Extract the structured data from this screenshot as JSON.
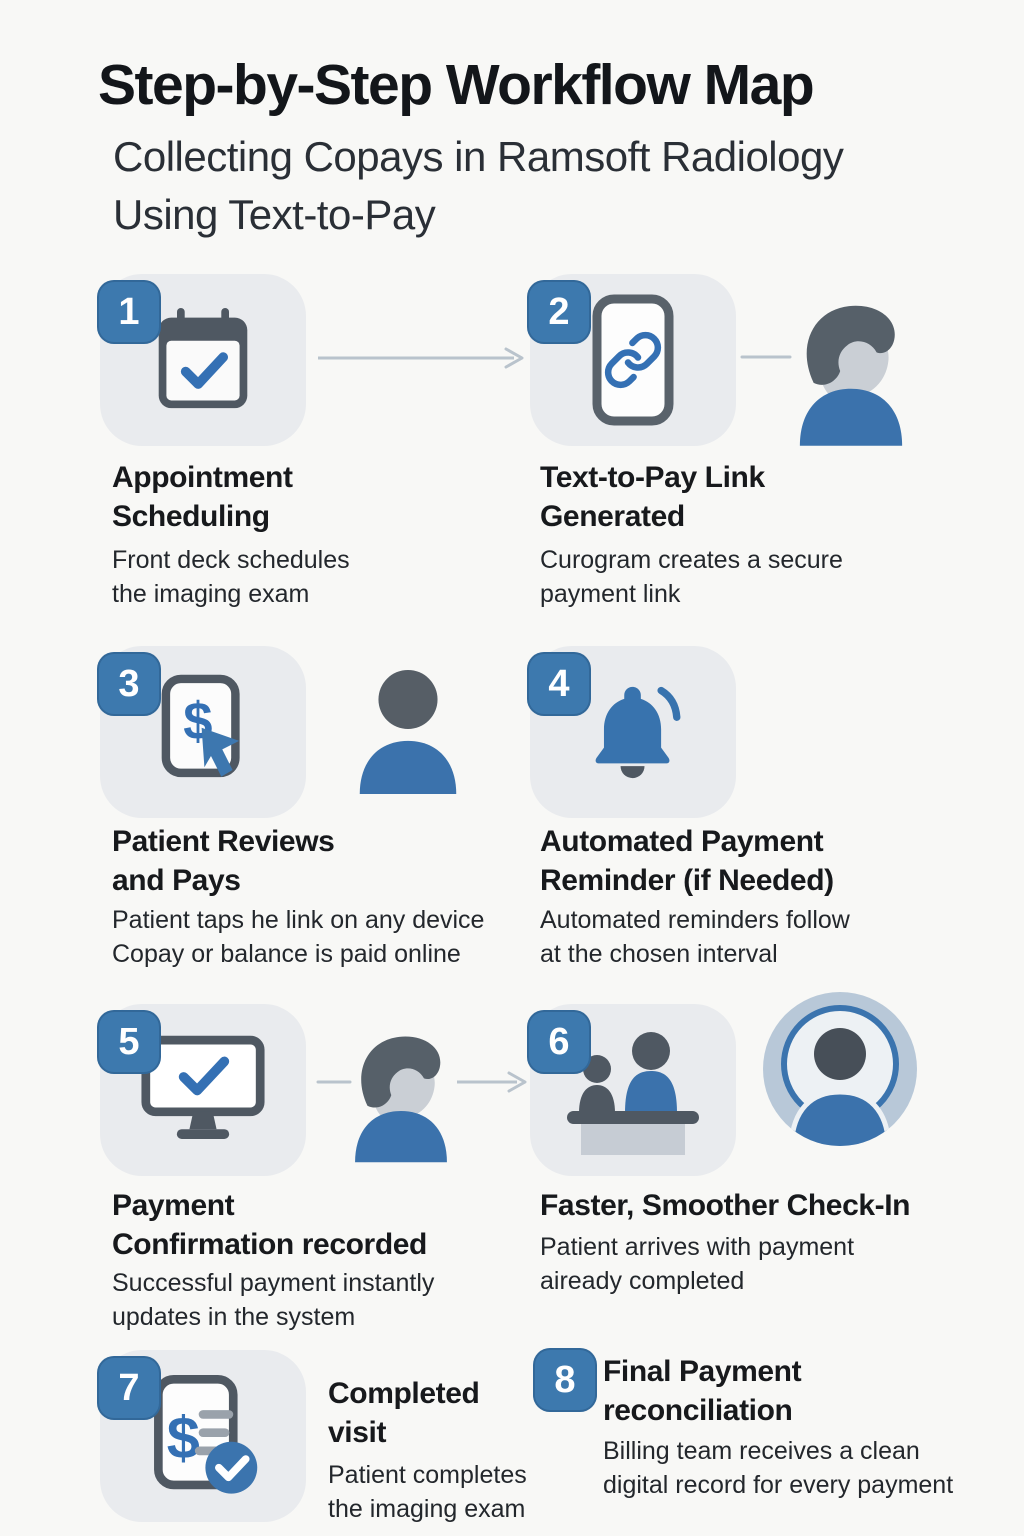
{
  "header": {
    "title": "Step-by-Step Workflow Map",
    "subtitle_lines": [
      "Collecting Copays in Ramsoft Radiology",
      "Using Text-to-Pay"
    ]
  },
  "colors": {
    "background": "#f8f8f6",
    "tile_background": "#e9ebee",
    "badge_blue": "#3d79ae",
    "icon_blue": "#3470b4",
    "person_shirt_blue": "#3b72ac",
    "dark_slate": "#4f5862",
    "face_gray": "#cacfd5",
    "desk_base_gray": "#c6ccd4",
    "avatar_outer_gray_blue": "#b8c8d8",
    "arrow_gray": "#b9c3cc",
    "title_text": "#17191c",
    "body_text": "#23272c"
  },
  "steps": [
    {
      "number": "1",
      "icon": "calendar-check-icon",
      "title_lines": [
        "Appointment",
        "Scheduling"
      ],
      "desc_lines": [
        "Front deck schedules",
        "the imaging exam"
      ]
    },
    {
      "number": "2",
      "icon": "phone-link-icon",
      "title_lines": [
        "Text-to-Pay Link",
        "Generated"
      ],
      "desc_lines": [
        "Curogram creates a secure",
        "payment link"
      ]
    },
    {
      "number": "3",
      "icon": "invoice-click-icon",
      "title_lines": [
        "Patient Reviews",
        "and Pays"
      ],
      "desc_lines": [
        "Patient taps he link on any device",
        "Copay or balance is paid online"
      ]
    },
    {
      "number": "4",
      "icon": "bell-icon",
      "title_lines": [
        "Automated Payment",
        "Reminder (if Needed)"
      ],
      "desc_lines": [
        "Automated reminders follow",
        "at the chosen interval"
      ]
    },
    {
      "number": "5",
      "icon": "monitor-check-icon",
      "title_lines": [
        "Payment",
        "Confirmation recorded"
      ],
      "desc_lines": [
        "Successful payment instantly",
        "updates in the system"
      ]
    },
    {
      "number": "6",
      "icon": "front-desk-icon",
      "title_lines": [
        "Faster, Smoother Check-In"
      ],
      "desc_lines": [
        "Patient arrives with payment",
        "aiready completed"
      ]
    },
    {
      "number": "7",
      "icon": "receipt-check-icon",
      "title_lines": [
        "Completed",
        "visit"
      ],
      "desc_lines": [
        "Patient completes",
        "the imaging exam"
      ]
    },
    {
      "number": "8",
      "icon": "no-icon",
      "title_lines": [
        "Final Payment",
        "reconciliation"
      ],
      "desc_lines": [
        "Billing team receives a clean",
        "digital record for every payment"
      ]
    }
  ]
}
